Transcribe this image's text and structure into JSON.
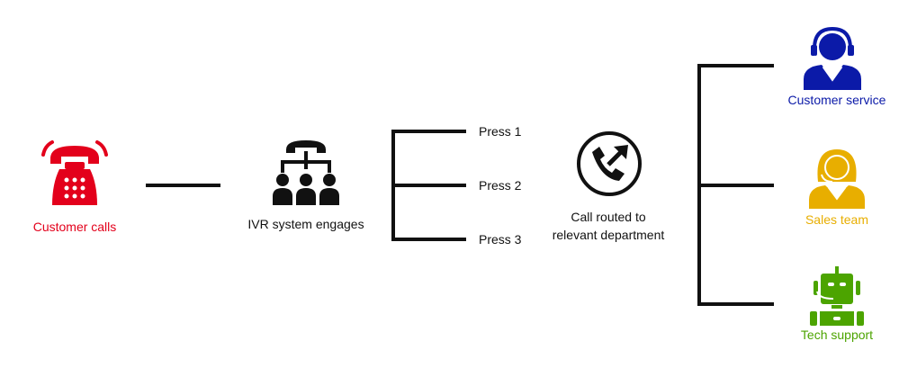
{
  "nodes": {
    "caller": {
      "label": "Customer calls",
      "color": "#e3001b",
      "icon": "ringing-phone-icon"
    },
    "ivr": {
      "label": "IVR system engages",
      "color": "#111111",
      "icon": "ivr-hierarchy-icon"
    },
    "router": {
      "label_line1": "Call routed to",
      "label_line2": "relevant department",
      "color": "#111111",
      "icon": "phone-forward-icon"
    }
  },
  "options": [
    "Press 1",
    "Press 2",
    "Press 3"
  ],
  "departments": [
    {
      "label": "Customer service",
      "color": "#0b1aa8",
      "icon": "male-agent-headset-icon"
    },
    {
      "label": "Sales team",
      "color": "#e8ae00",
      "icon": "female-agent-headset-icon"
    },
    {
      "label": "Tech support",
      "color": "#4ca400",
      "icon": "robot-icon"
    }
  ]
}
